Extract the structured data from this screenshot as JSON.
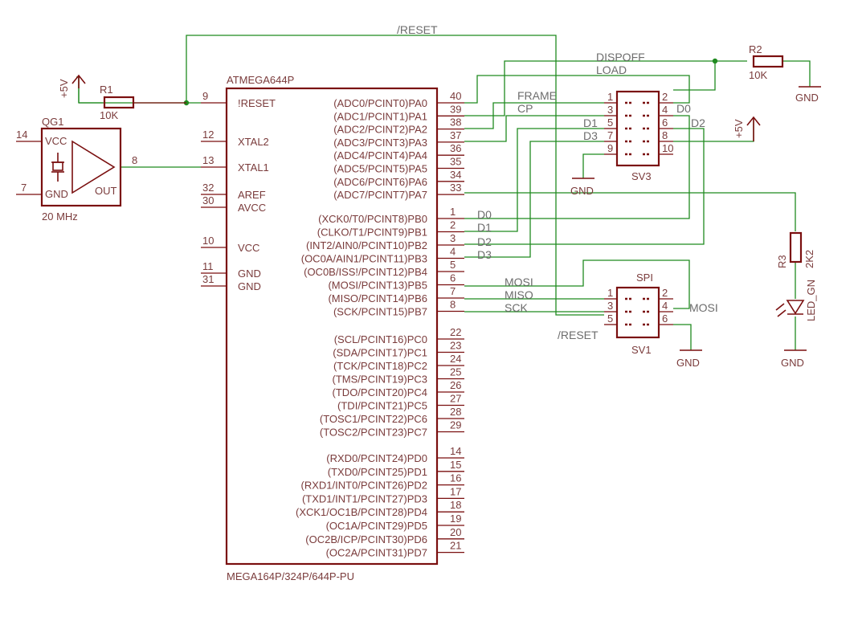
{
  "mcu": {
    "name": "ATMEGA644P",
    "package": "MEGA164P/324P/644P-PU",
    "left_pins": [
      {
        "num": "9",
        "label": "!RESET"
      },
      {
        "num": "12",
        "label": "XTAL2"
      },
      {
        "num": "13",
        "label": "XTAL1"
      },
      {
        "num": "32",
        "label": "AREF"
      },
      {
        "num": "30",
        "label": "AVCC"
      },
      {
        "num": "10",
        "label": "VCC"
      },
      {
        "num": "11",
        "label": "GND"
      },
      {
        "num": "31",
        "label": "GND"
      }
    ],
    "right_pins": [
      {
        "num": "40",
        "label": "(ADC0/PCINT0)PA0"
      },
      {
        "num": "39",
        "label": "(ADC1/PCINT1)PA1"
      },
      {
        "num": "38",
        "label": "(ADC2/PCINT2)PA2"
      },
      {
        "num": "37",
        "label": "(ADC3/PCINT3)PA3"
      },
      {
        "num": "36",
        "label": "(ADC4/PCINT4)PA4"
      },
      {
        "num": "35",
        "label": "(ADC5/PCINT5)PA5"
      },
      {
        "num": "34",
        "label": "(ADC6/PCINT6)PA6"
      },
      {
        "num": "33",
        "label": "(ADC7/PCINT7)PA7"
      },
      {
        "num": "1",
        "label": "(XCK0/T0/PCINT8)PB0"
      },
      {
        "num": "2",
        "label": "(CLKO/T1/PCINT9)PB1"
      },
      {
        "num": "3",
        "label": "(INT2/AIN0/PCINT10)PB2"
      },
      {
        "num": "4",
        "label": "(OC0A/AIN1/PCINT11)PB3"
      },
      {
        "num": "5",
        "label": "(OC0B/ISS!/PCINT12)PB4"
      },
      {
        "num": "6",
        "label": "(MOSI/PCINT13)PB5"
      },
      {
        "num": "7",
        "label": "(MISO/PCINT14)PB6"
      },
      {
        "num": "8",
        "label": "(SCK/PCINT15)PB7"
      },
      {
        "num": "22",
        "label": "(SCL/PCINT16)PC0"
      },
      {
        "num": "23",
        "label": "(SDA/PCINT17)PC1"
      },
      {
        "num": "24",
        "label": "(TCK/PCINT18)PC2"
      },
      {
        "num": "25",
        "label": "(TMS/PCINT19)PC3"
      },
      {
        "num": "26",
        "label": "(TDO/PCINT20)PC4"
      },
      {
        "num": "27",
        "label": "(TDI/PCINT21)PC5"
      },
      {
        "num": "28",
        "label": "(TOSC1/PCINT22)PC6"
      },
      {
        "num": "29",
        "label": "(TOSC2/PCINT23)PC7"
      },
      {
        "num": "14",
        "label": "(RXD0/PCINT24)PD0"
      },
      {
        "num": "15",
        "label": "(TXD0/PCINT25)PD1"
      },
      {
        "num": "16",
        "label": "(RXD1/INT0/PCINT26)PD2"
      },
      {
        "num": "17",
        "label": "(TXD1/INT1/PCINT27)PD3"
      },
      {
        "num": "18",
        "label": "(XCK1/OC1B/PCINT28)PD4"
      },
      {
        "num": "19",
        "label": "(OC1A/PCINT29)PD5"
      },
      {
        "num": "20",
        "label": "(OC2B/ICP/PCINT30)PD6"
      },
      {
        "num": "21",
        "label": "(OC2A/PCINT31)PD7"
      }
    ]
  },
  "oscillator": {
    "name": "QG1",
    "value": "20 MHz",
    "pin_vcc": "VCC",
    "pin_gnd": "GND",
    "pin_out": "OUT",
    "num_vcc": "14",
    "num_gnd": "7",
    "num_out": "8"
  },
  "r1": {
    "name": "R1",
    "value": "10K"
  },
  "r2": {
    "name": "R2",
    "value": "10K"
  },
  "r3": {
    "name": "R3",
    "value": "2K2"
  },
  "led": {
    "label": "LED_GN"
  },
  "supply": {
    "left": "+5V",
    "right": "+5V"
  },
  "gnd_label": "GND",
  "sv3": {
    "name": "SV3",
    "pins": [
      "1",
      "2",
      "3",
      "4",
      "5",
      "6",
      "7",
      "8",
      "9",
      "10"
    ]
  },
  "sv1": {
    "name": "SV1",
    "title": "SPI",
    "pins": [
      "1",
      "2",
      "3",
      "4",
      "5",
      "6"
    ]
  },
  "nets": {
    "reset": "/RESET",
    "dispoff": "DISPOFF",
    "load": "LOAD",
    "frame": "FRAME",
    "cp": "CP",
    "d0": "D0",
    "d1": "D1",
    "d2": "D2",
    "d3": "D3",
    "mosi": "MOSI",
    "miso": "MISO",
    "sck": "SCK"
  },
  "colors": {
    "component": "#7a0f0f",
    "wire": "#1f8a1f",
    "text": "#6d6d6d"
  }
}
